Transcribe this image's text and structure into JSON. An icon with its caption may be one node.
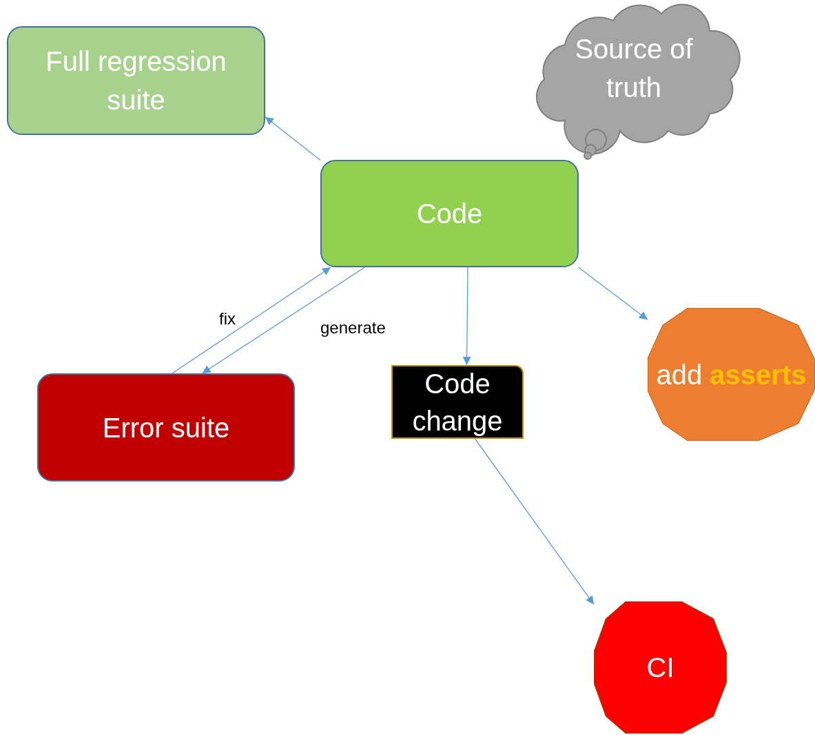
{
  "diagram": {
    "nodes": [
      {
        "text": [
          "Full regression suite"
        ]
      },
      {
        "text": [
          "Source of truth"
        ]
      },
      {
        "text": [
          "Code"
        ]
      },
      {
        "text": [
          "Error suite"
        ]
      },
      {
        "text": [
          "Code change"
        ]
      },
      {
        "text": [
          "add **asserts**"
        ]
      },
      {
        "text": [
          "CI"
        ]
      }
    ],
    "edges": [
      {
        "from": 2,
        "to": 0,
        "arrow": "to"
      },
      {
        "from": 3,
        "to": 2,
        "arrow": "to",
        "label": "fix"
      },
      {
        "from": 2,
        "to": 3,
        "arrow": "to",
        "label": "generate"
      },
      {
        "from": 2,
        "to": 4,
        "arrow": "to"
      },
      {
        "from": 2,
        "to": 5,
        "arrow": "to"
      },
      {
        "from": 4,
        "to": 6,
        "arrow": "to"
      }
    ]
  }
}
